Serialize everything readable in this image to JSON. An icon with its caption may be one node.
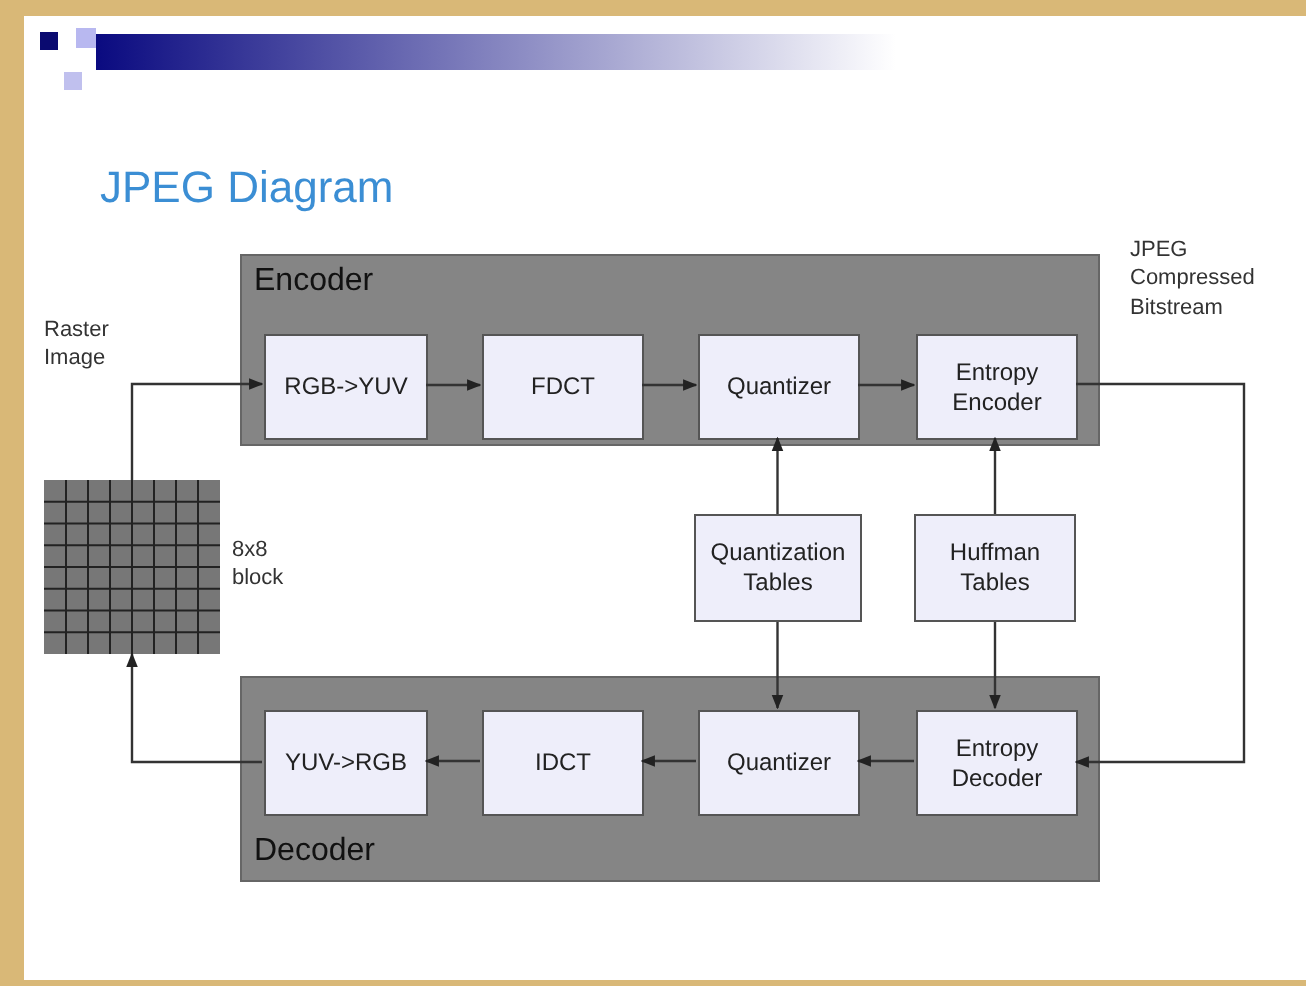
{
  "diagram": {
    "title": "JPEG Diagram",
    "nodes": [
      {
        "text": [
          "Encoder"
        ]
      },
      {
        "text": [
          "RGB->YUV"
        ],
        "in": 0
      },
      {
        "text": [
          "FDCT"
        ],
        "in": 0
      },
      {
        "text": [
          "Quantizer"
        ],
        "in": 0
      },
      {
        "text": [
          "Entropy Encoder"
        ],
        "in": 0
      },
      {
        "text": [
          "Quantization Tables"
        ]
      },
      {
        "text": [
          "Huffman Tables"
        ]
      },
      {
        "text": [
          "Decoder"
        ]
      },
      {
        "text": [
          "YUV->RGB"
        ],
        "in": 7
      },
      {
        "text": [
          "IDCT"
        ],
        "in": 7
      },
      {
        "text": [
          "Quantizer"
        ],
        "in": 7
      },
      {
        "text": [
          "Entropy Decoder"
        ],
        "in": 7
      },
      {
        "text": [],
        "shape": "picture",
        "beside": [
          "8x8 block"
        ]
      }
    ],
    "edges": [
      {
        "from": 12,
        "to": 1,
        "arrow": "to"
      },
      {
        "from": 1,
        "to": 2,
        "arrow": "to"
      },
      {
        "from": 2,
        "to": 3,
        "arrow": "to"
      },
      {
        "from": 3,
        "to": 4,
        "arrow": "to"
      },
      {
        "from": 5,
        "to": 3,
        "arrow": "to"
      },
      {
        "from": 6,
        "to": 4,
        "arrow": "to"
      },
      {
        "from": 5,
        "to": 10,
        "arrow": "to"
      },
      {
        "from": 6,
        "to": 11,
        "arrow": "to"
      },
      {
        "from": 4,
        "to": 11,
        "arrow": "to"
      },
      {
        "from": 11,
        "to": 10,
        "arrow": "to"
      },
      {
        "from": 10,
        "to": 9,
        "arrow": "to"
      },
      {
        "from": 9,
        "to": 8,
        "arrow": "to"
      },
      {
        "from": 8,
        "to": 12,
        "arrow": "to"
      }
    ],
    "labels": [
      "Raster Image",
      "JPEG Compressed Bitstream"
    ]
  }
}
